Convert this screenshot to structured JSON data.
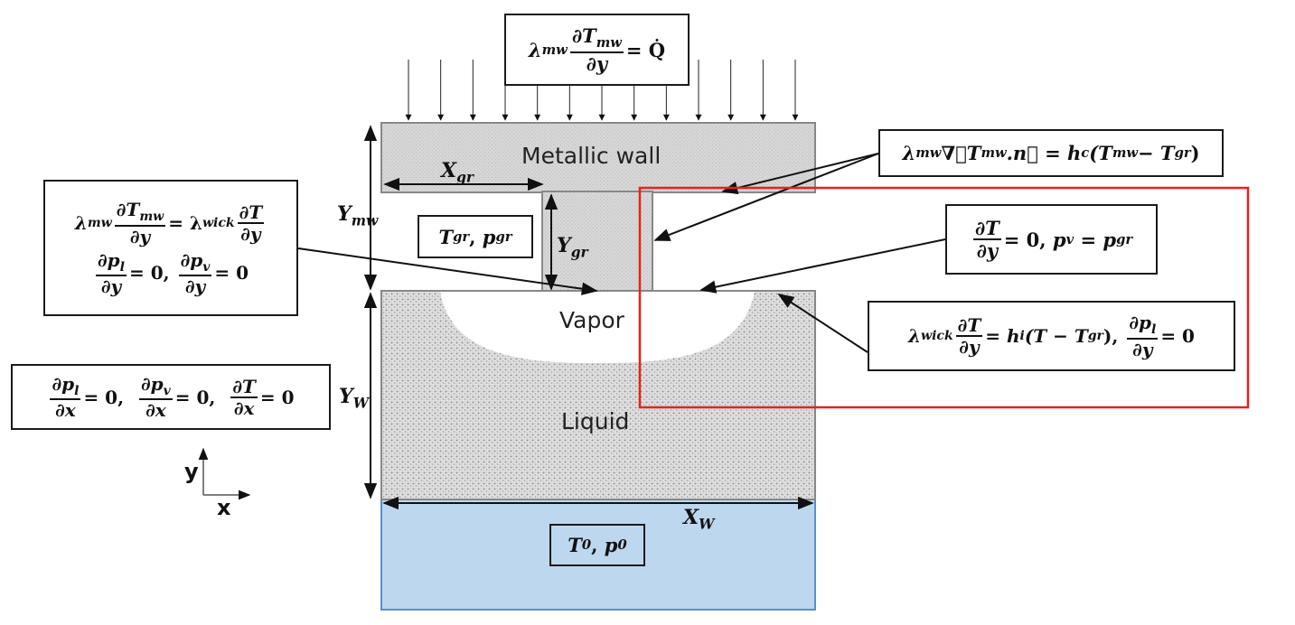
{
  "figure": {
    "regions": {
      "metallic_wall": "Metallic wall",
      "vapor": "Vapor",
      "liquid": "Liquid"
    },
    "dimensions": {
      "x_gr": {
        "sym": "X",
        "sub": "gr"
      },
      "y_mw": {
        "sym": "Y",
        "sub": "mw"
      },
      "y_gr": {
        "sym": "Y",
        "sub": "gr"
      },
      "y_w": {
        "sym": "Y",
        "sub": "W"
      },
      "x_w": {
        "sym": "X",
        "sub": "W"
      }
    },
    "axes": {
      "x": "x",
      "y": "y"
    },
    "colors": {
      "wall_fill": "#d9d9d9",
      "wick_fill": "#dcdcdc",
      "liquid_bath": "#bdd7ee",
      "bath_border": "#5b8fc7",
      "highlight": "#e8211c"
    },
    "heat_flux_arrow_count": 13,
    "boundary_conditions": {
      "top": {
        "lambda": "λ",
        "lambda_sub": "mw",
        "num": "∂T",
        "num_sub": "mw",
        "den": "∂y",
        "rhs": "= Q̇"
      },
      "wall_convection": {
        "text_a": "λ",
        "sub_a": "mw",
        "grad": "∇⃗T",
        "sub_b": "mw",
        "dot_n": ".n⃗ = h",
        "sub_c": "c",
        "paren": "(T",
        "sub_d": "mw",
        "minus": " − T",
        "sub_e": "gr",
        "close": ")"
      },
      "wall_wick_interface": {
        "l1_lambda": "λ",
        "l1_sub": "mw",
        "l1_num": "∂T",
        "l1_num_sub": "mw",
        "l1_den": "∂y",
        "l1_eq": "= λ",
        "l1_sub2": "wick",
        "l1_num2": "∂T",
        "l1_den2": "∂y",
        "l2_num": "∂p",
        "l2_num_sub": "l",
        "l2_den": "∂y",
        "l2_eq": "= 0,",
        "l2_num2": "∂p",
        "l2_num2_sub": "v",
        "l2_den2": "∂y",
        "l2_eq2": "= 0"
      },
      "groove_gas": {
        "a": "T",
        "a_sub": "gr",
        "comma": ",",
        "b": "p",
        "b_sub": "gr"
      },
      "groove_bottom": {
        "num": "∂T",
        "den": "∂y",
        "eq": "= 0,",
        "p": "p",
        "p_sub": "v",
        "eq2": "= p",
        "sub2": "gr"
      },
      "wick_surface": {
        "lambda": "λ",
        "lambda_sub": "wick",
        "num": "∂T",
        "den": "∂y",
        "eq": "= h",
        "h_sub": "i",
        "paren": "(T − T",
        "paren_sub": "gr",
        "close": "),",
        "num2": "∂p",
        "num2_sub": "l",
        "den2": "∂y",
        "eq2": "= 0"
      },
      "side_symmetry": {
        "n1": "∂p",
        "n1_sub": "l",
        "d1": "∂x",
        "e1": "= 0,",
        "n2": "∂p",
        "n2_sub": "v",
        "d2": "∂x",
        "e2": "= 0,",
        "n3": "∂T",
        "d3": "∂x",
        "e3": "= 0"
      },
      "bath": {
        "a": "T",
        "a_sub": "0",
        "comma": ",",
        "b": "p",
        "b_sub": "0"
      }
    }
  }
}
